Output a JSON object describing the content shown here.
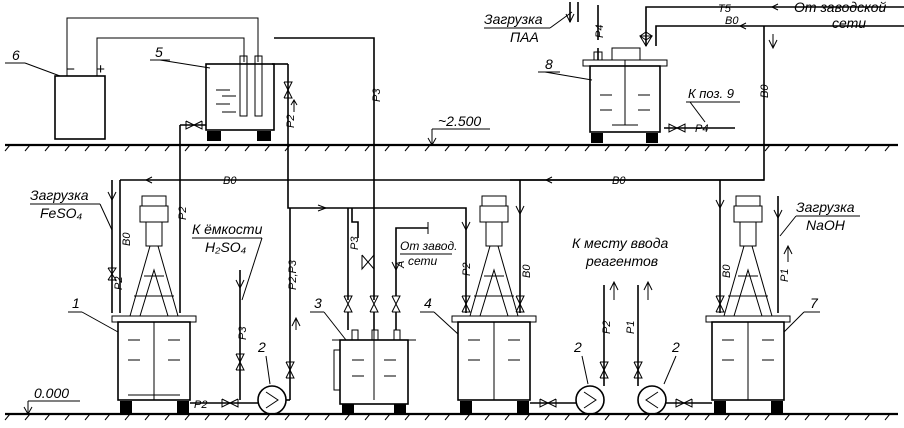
{
  "labels": {
    "n1": "1",
    "n2": "2",
    "n3": "3",
    "n4": "4",
    "n5": "5",
    "n6": "6",
    "n7": "7",
    "n8": "8",
    "plus": "+",
    "minus": "−",
    "elev_top": "~2.500",
    "elev_bottom": "0.000",
    "load_paa_1": "Загрузка",
    "load_paa_2": "ПАА",
    "load_feso4_1": "Загрузка",
    "load_feso4_2": "FeSO₄",
    "load_naoh_1": "Загрузка",
    "load_naoh_2": "NaOH",
    "from_plant_1": "От заводской",
    "from_plant_2": "сети",
    "from_plant_short_1": "От завод.",
    "from_plant_short_2": "сети",
    "to_pos9": "К поз. 9",
    "to_tank_1": "К ёмкости",
    "to_tank_2": "H₂SO₄",
    "to_reagent_1": "К месту ввода",
    "to_reagent_2": "реагентов",
    "t5": "Т5",
    "b0": "В0",
    "p1": "Р1",
    "p2": "Р2",
    "p3": "Р3",
    "p4": "Р4",
    "p2p3": "Р2,Р3",
    "a": "А"
  }
}
